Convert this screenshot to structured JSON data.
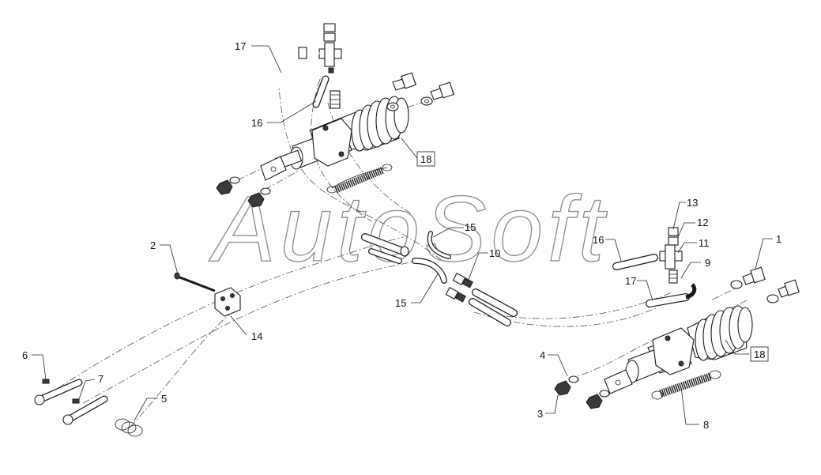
{
  "watermark": "AutoSoft",
  "callouts": [
    {
      "id": "c1",
      "label": "1"
    },
    {
      "id": "c2",
      "label": "2"
    },
    {
      "id": "c3",
      "label": "3"
    },
    {
      "id": "c4",
      "label": "4"
    },
    {
      "id": "c5",
      "label": "5"
    },
    {
      "id": "c6",
      "label": "6"
    },
    {
      "id": "c7",
      "label": "7"
    },
    {
      "id": "c8",
      "label": "8"
    },
    {
      "id": "c9",
      "label": "9"
    },
    {
      "id": "c10",
      "label": "10"
    },
    {
      "id": "c11",
      "label": "11"
    },
    {
      "id": "c12",
      "label": "12"
    },
    {
      "id": "c13",
      "label": "13"
    },
    {
      "id": "c14",
      "label": "14"
    },
    {
      "id": "c15a",
      "label": "15"
    },
    {
      "id": "c15b",
      "label": "15"
    },
    {
      "id": "c16a",
      "label": "16"
    },
    {
      "id": "c16b",
      "label": "16"
    },
    {
      "id": "c17a",
      "label": "17"
    },
    {
      "id": "c17b",
      "label": "17"
    },
    {
      "id": "c18a",
      "label": "18"
    },
    {
      "id": "c18b",
      "label": "18"
    }
  ]
}
